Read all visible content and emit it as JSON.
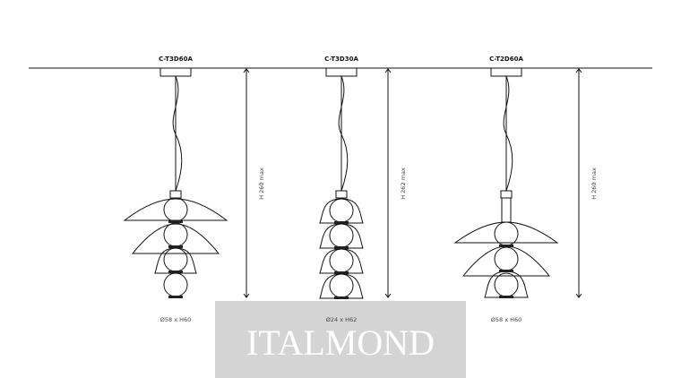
{
  "products": [
    {
      "code": "C-T3D60A",
      "height_label": "H 260 max",
      "size": "Ø58 x H60"
    },
    {
      "code": "C-T3D30A",
      "height_label": "H 262 max",
      "size": "Ø24 x H62"
    },
    {
      "code": "C-T2D60A",
      "height_label": "H 260 max",
      "size": "Ø58 x H60"
    }
  ],
  "watermark": "ITALMOND"
}
